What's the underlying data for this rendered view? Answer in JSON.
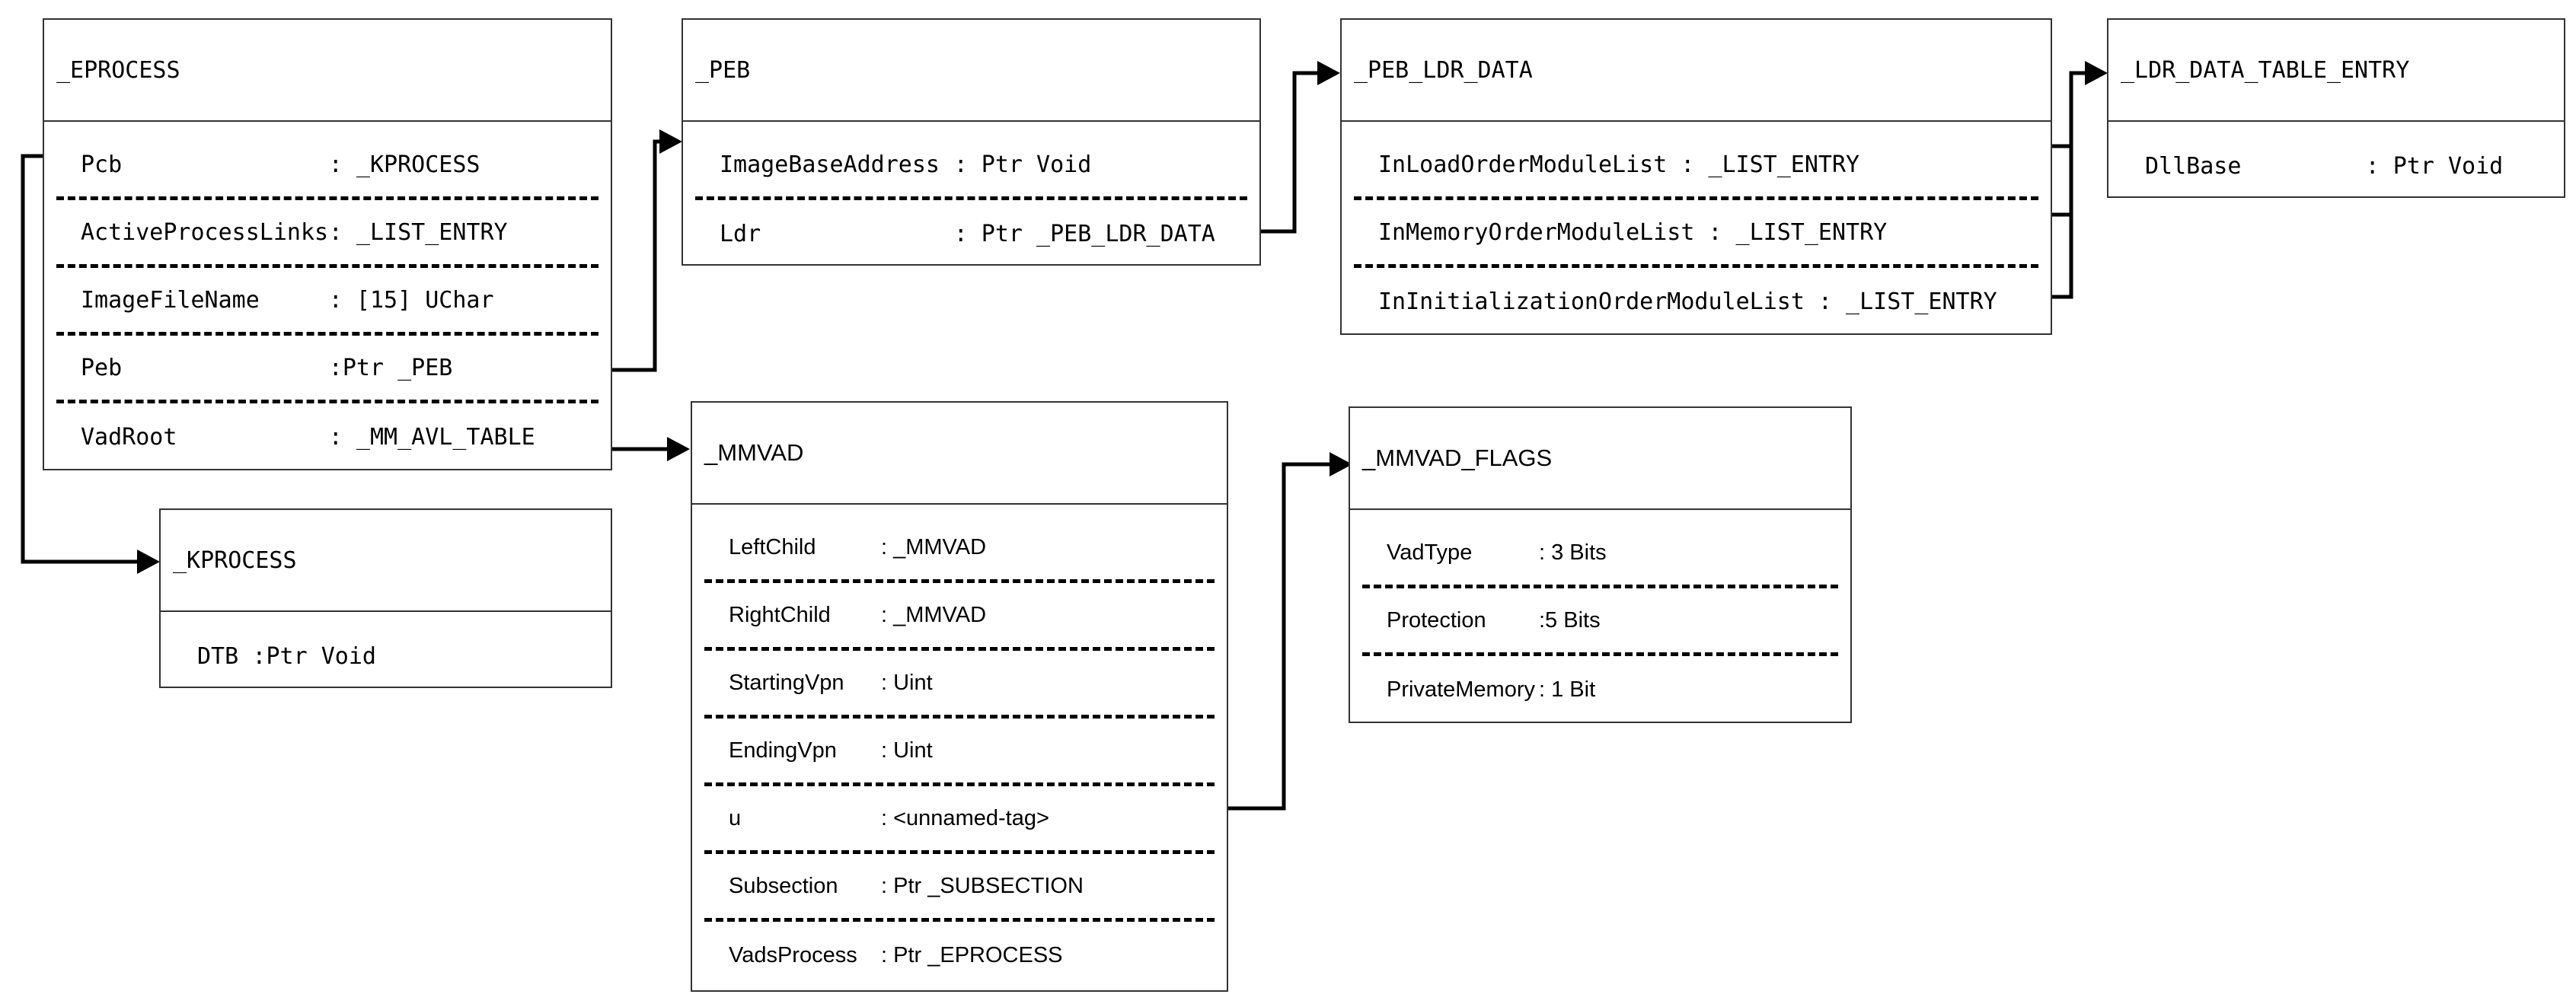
{
  "structs": {
    "eprocess": {
      "title": "_EPROCESS",
      "fields": [
        {
          "name": "Pcb",
          "type": ": _KPROCESS"
        },
        {
          "name": "ActiveProcessLinks",
          "type": ": _LIST_ENTRY"
        },
        {
          "name": "ImageFileName",
          "type": ": [15] UChar"
        },
        {
          "name": "Peb",
          "type": ":Ptr _PEB"
        },
        {
          "name": "VadRoot",
          "type": ": _MM_AVL_TABLE"
        }
      ]
    },
    "kprocess": {
      "title": "_KPROCESS",
      "fields": [
        {
          "name": "DTB",
          "type": ":Ptr Void"
        }
      ]
    },
    "peb": {
      "title": "_PEB",
      "fields": [
        {
          "name": "ImageBaseAddress",
          "type": ": Ptr Void"
        },
        {
          "name": "Ldr",
          "type": ": Ptr _PEB_LDR_DATA"
        }
      ]
    },
    "peb_ldr_data": {
      "title": "_PEB_LDR_DATA",
      "fields": [
        {
          "name": "InLoadOrderModuleList",
          "type": ": _LIST_ENTRY"
        },
        {
          "name": "InMemoryOrderModuleList",
          "type": ": _LIST_ENTRY"
        },
        {
          "name": "InInitializationOrderModuleList",
          "type": ": _LIST_ENTRY"
        }
      ]
    },
    "ldr_data_table_entry": {
      "title": "_LDR_DATA_TABLE_ENTRY",
      "fields": [
        {
          "name": "DllBase",
          "type": ": Ptr Void"
        }
      ]
    },
    "mmvad": {
      "title": "_MMVAD",
      "fields": [
        {
          "name": "LeftChild",
          "type": ": _MMVAD"
        },
        {
          "name": "RightChild",
          "type": ": _MMVAD"
        },
        {
          "name": "StartingVpn",
          "type": ": Uint"
        },
        {
          "name": "EndingVpn",
          "type": ": Uint"
        },
        {
          "name": "u",
          "type": ": <unnamed-tag>"
        },
        {
          "name": "Subsection",
          "type": ": Ptr _SUBSECTION"
        },
        {
          "name": "VadsProcess",
          "type": ": Ptr _EPROCESS"
        }
      ]
    },
    "mmvad_flags": {
      "title": "_MMVAD_FLAGS",
      "fields": [
        {
          "name": "VadType",
          "type": ": 3 Bits"
        },
        {
          "name": "Protection",
          "type": ":5 Bits"
        },
        {
          "name": "PrivateMemory",
          "type": ": 1 Bit"
        }
      ]
    }
  }
}
